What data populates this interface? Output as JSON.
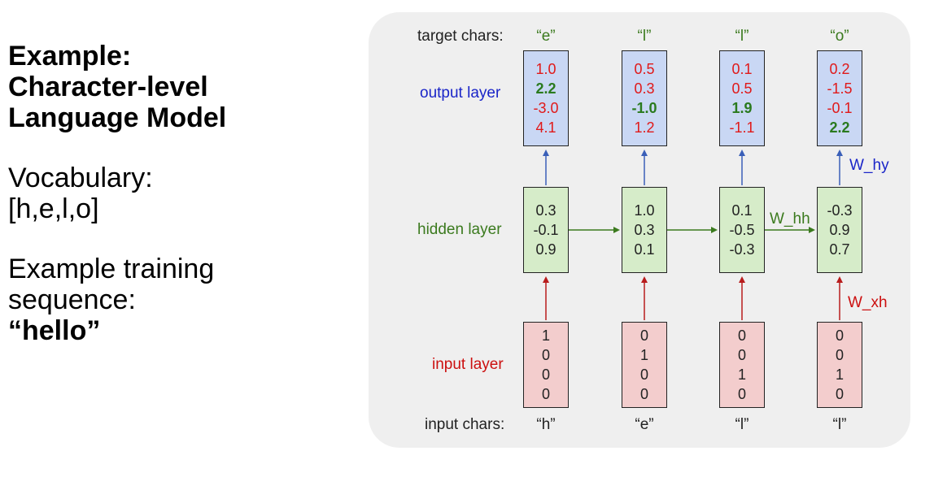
{
  "left_text": {
    "heading": [
      "Example:",
      "Character-level",
      "Language Model"
    ],
    "vocab": [
      "Vocabulary:",
      "[h,e,l,o]"
    ],
    "training": [
      "Example training",
      "sequence:"
    ],
    "sequence": "“hello”"
  },
  "diagram": {
    "labels": {
      "target_chars": "target chars:",
      "output_layer": "output layer",
      "hidden_layer": "hidden layer",
      "input_layer": "input layer",
      "input_chars": "input chars:"
    },
    "weights": {
      "w_hy": "W_hy",
      "w_hh": "W_hh",
      "w_xh": "W_xh"
    },
    "target_chars": [
      "“e”",
      "“l”",
      "“l”",
      "“o”"
    ],
    "input_chars": [
      "“h”",
      "“e”",
      "“l”",
      "“l”"
    ],
    "output": [
      [
        "1.0",
        "2.2",
        "-3.0",
        "4.1"
      ],
      [
        "0.5",
        "0.3",
        "-1.0",
        "1.2"
      ],
      [
        "0.1",
        "0.5",
        "1.9",
        "-1.1"
      ],
      [
        "0.2",
        "-1.5",
        "-0.1",
        "2.2"
      ]
    ],
    "output_highlight_index": [
      1,
      2,
      2,
      3
    ],
    "hidden": [
      [
        "0.3",
        "-0.1",
        "0.9"
      ],
      [
        "1.0",
        "0.3",
        "0.1"
      ],
      [
        "0.1",
        "-0.5",
        "-0.3"
      ],
      [
        "-0.3",
        "0.9",
        "0.7"
      ]
    ],
    "input": [
      [
        "1",
        "0",
        "0",
        "0"
      ],
      [
        "0",
        "1",
        "0",
        "0"
      ],
      [
        "0",
        "0",
        "1",
        "0"
      ],
      [
        "0",
        "0",
        "1",
        "0"
      ]
    ],
    "colors": {
      "output_fill": "#c9d7f4",
      "hidden_fill": "#d6ecc9",
      "input_fill": "#f3cdcd",
      "output_arrow": "#3a5fb8",
      "hidden_arrow": "#3b7a1e",
      "input_arrow": "#b81c1c"
    }
  }
}
